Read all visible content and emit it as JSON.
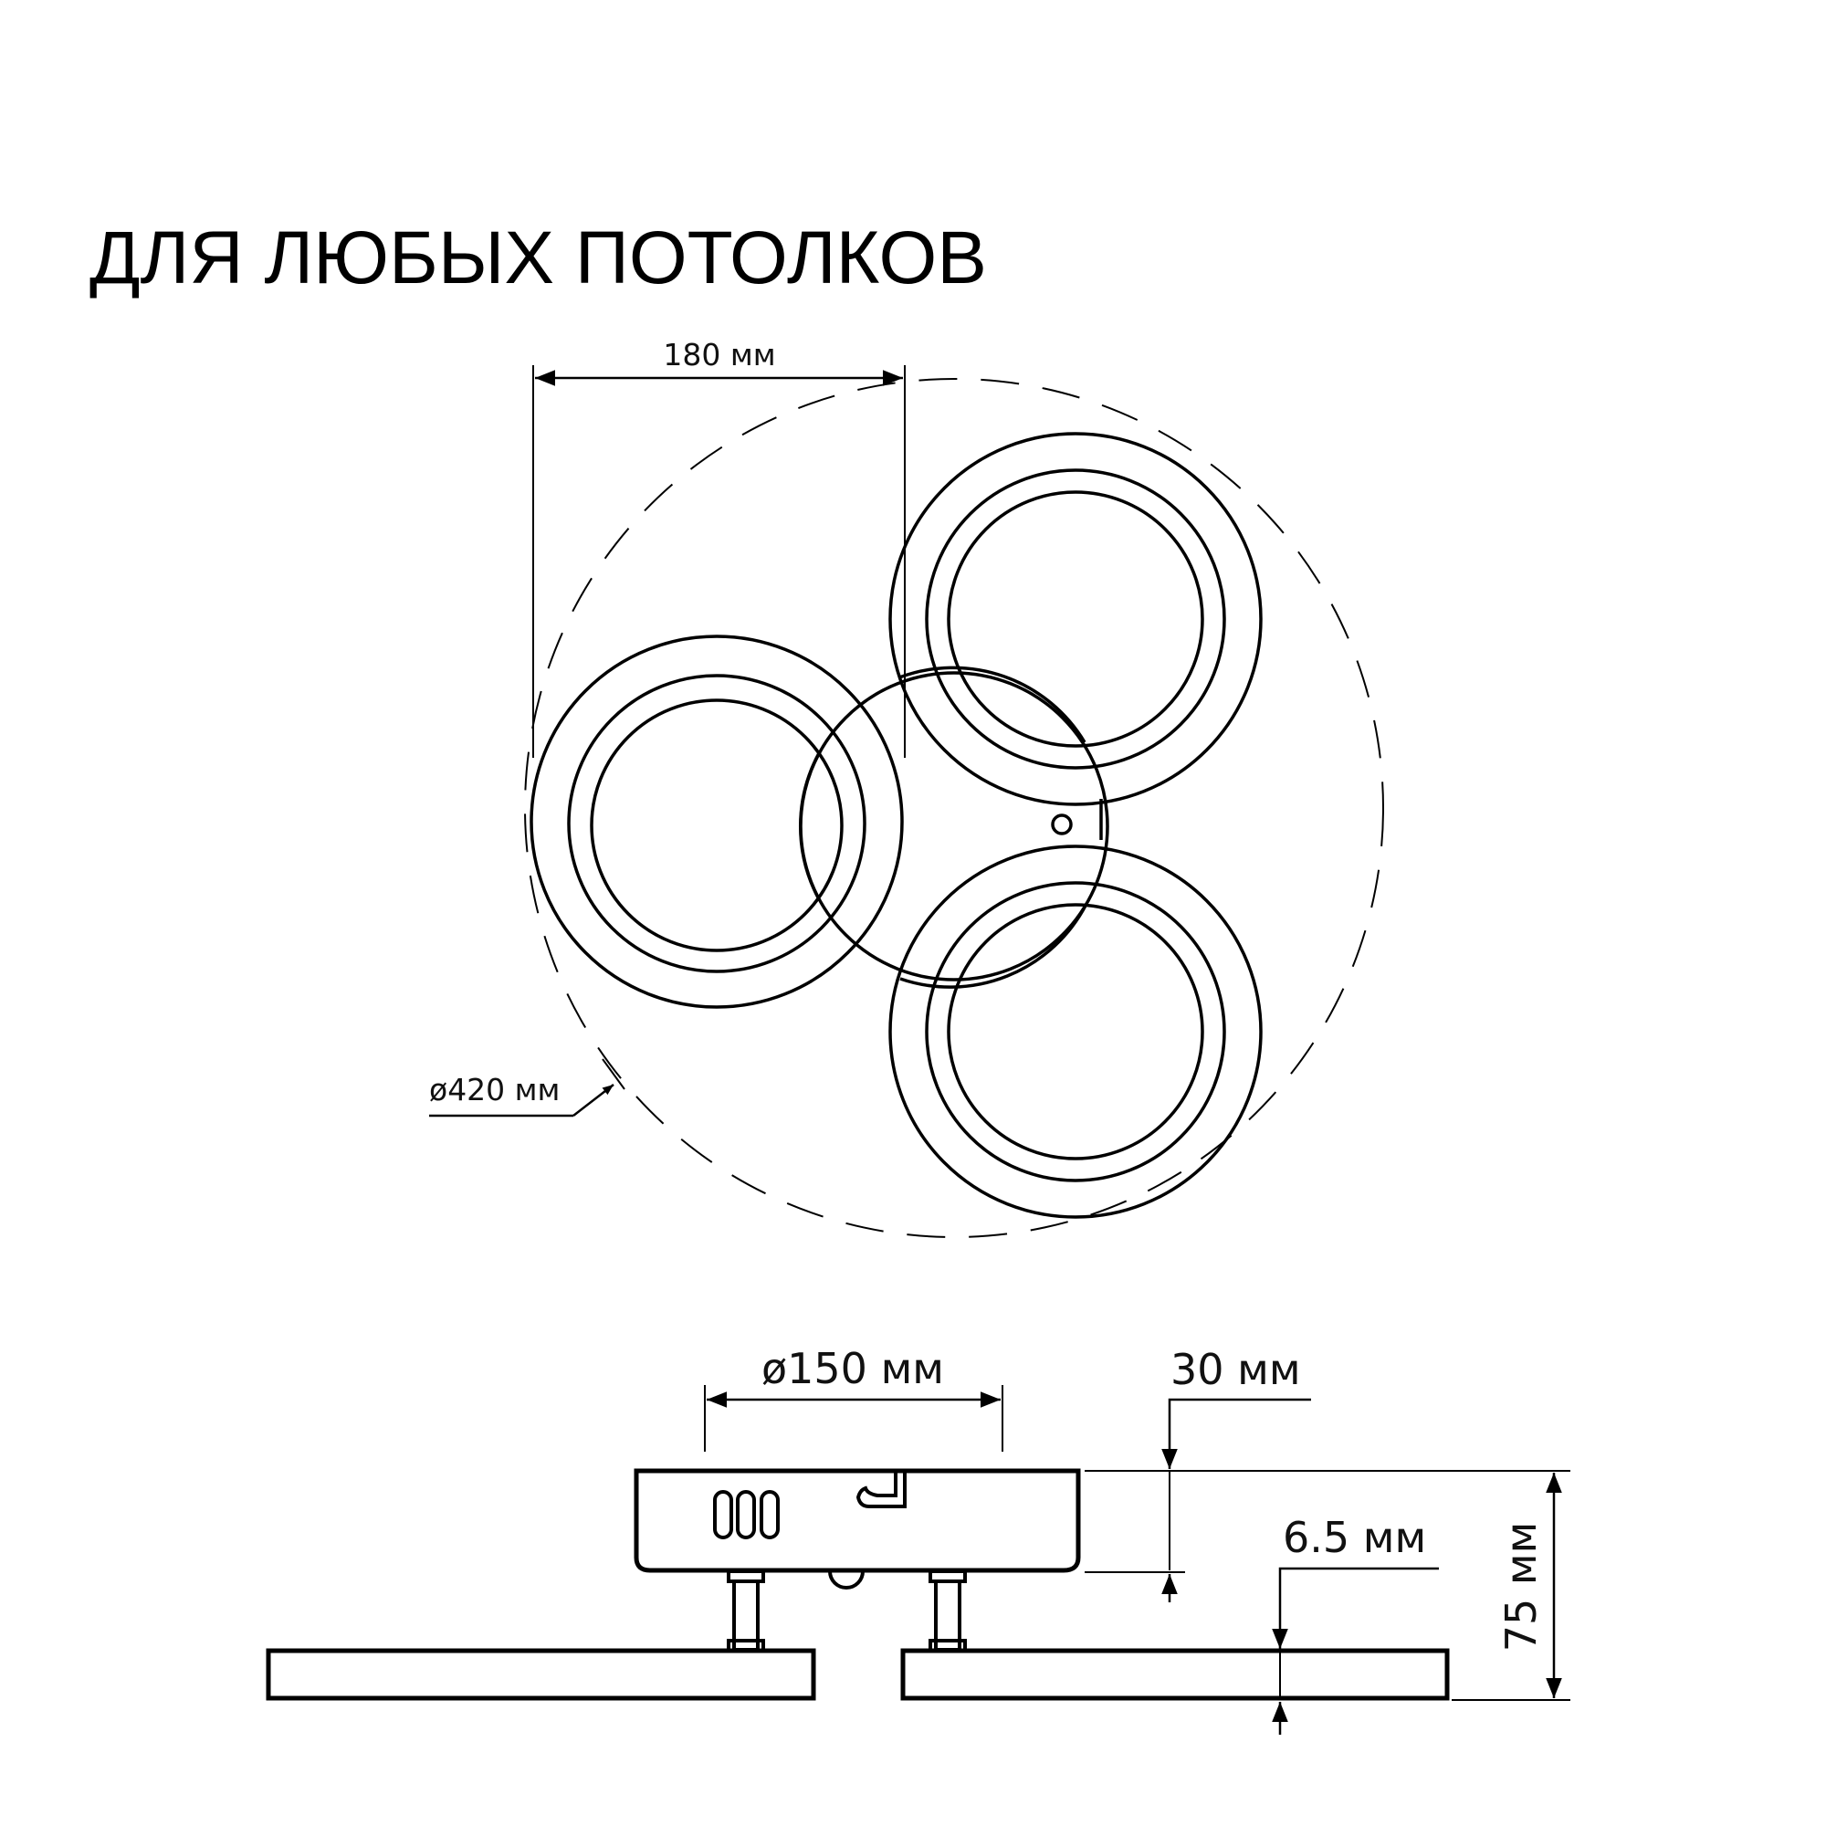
{
  "title": "ДЛЯ ЛЮБЫХ ПОТОЛКОВ",
  "colors": {
    "background": "#ffffff",
    "stroke": "#000000"
  },
  "top_view": {
    "ring_width_label": "180 мм",
    "overall_diameter_label": "ø420 мм",
    "ring_count": 3
  },
  "side_view": {
    "canopy_diameter_label": "ø150 мм",
    "canopy_height_label": "30 мм",
    "panel_thickness_label": "6.5 мм",
    "total_height_label": "75 мм"
  }
}
